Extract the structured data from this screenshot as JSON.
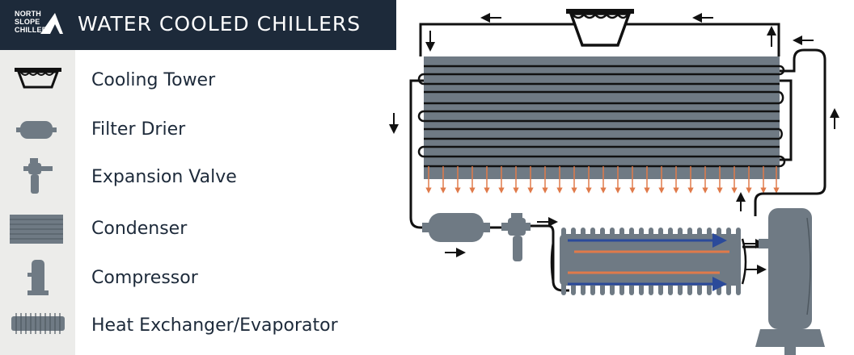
{
  "header": {
    "logo_lines": [
      "NORTH",
      "SLOPE",
      "CHILLERS"
    ],
    "title": "WATER COOLED CHILLERS"
  },
  "legend": {
    "items": [
      {
        "label": "Cooling Tower",
        "icon": "cooling-tower-icon"
      },
      {
        "label": "Filter Drier",
        "icon": "filter-drier-icon"
      },
      {
        "label": "Expansion Valve",
        "icon": "expansion-valve-icon"
      },
      {
        "label": "Condenser",
        "icon": "condenser-icon"
      },
      {
        "label": "Compressor",
        "icon": "compressor-icon"
      },
      {
        "label": "Heat Exchanger/Evaporator",
        "icon": "heat-exchanger-icon"
      }
    ]
  },
  "colors": {
    "header_bg": "#1d2a3a",
    "component_gray": "#6f7a84",
    "pipe": "#111111",
    "hot": "#e07a4a",
    "cold": "#2b4a9a"
  }
}
